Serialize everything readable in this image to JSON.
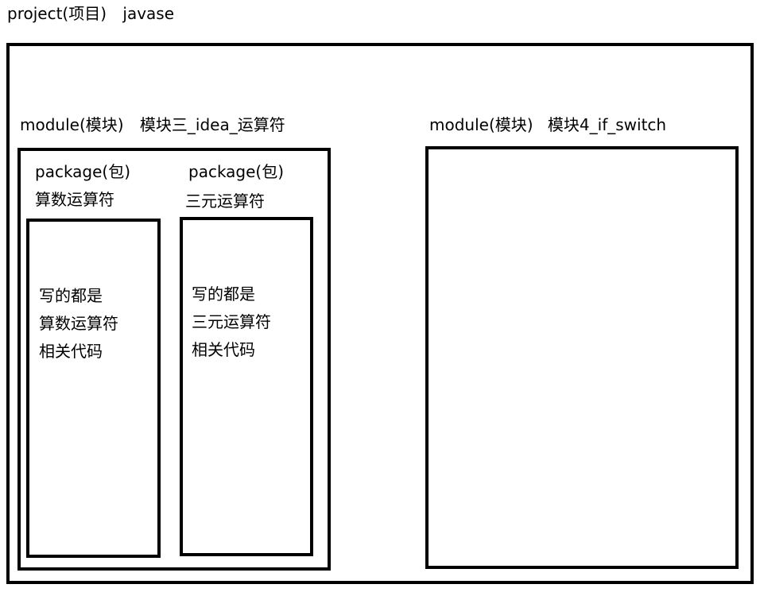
{
  "project": {
    "label": "project(项目)",
    "name": "javase"
  },
  "modules": [
    {
      "label": "module(模块)",
      "name": "模块三_idea_运算符",
      "packages": [
        {
          "label": "package(包)",
          "name": "算数运算符",
          "content": [
            "写的都是",
            "算数运算符",
            "相关代码"
          ]
        },
        {
          "label": "package(包)",
          "name": "三元运算符",
          "content": [
            "写的都是",
            "三元运算符",
            "相关代码"
          ]
        }
      ]
    },
    {
      "label": "module(模块)",
      "name": "模块4_if_switch",
      "packages": []
    }
  ]
}
